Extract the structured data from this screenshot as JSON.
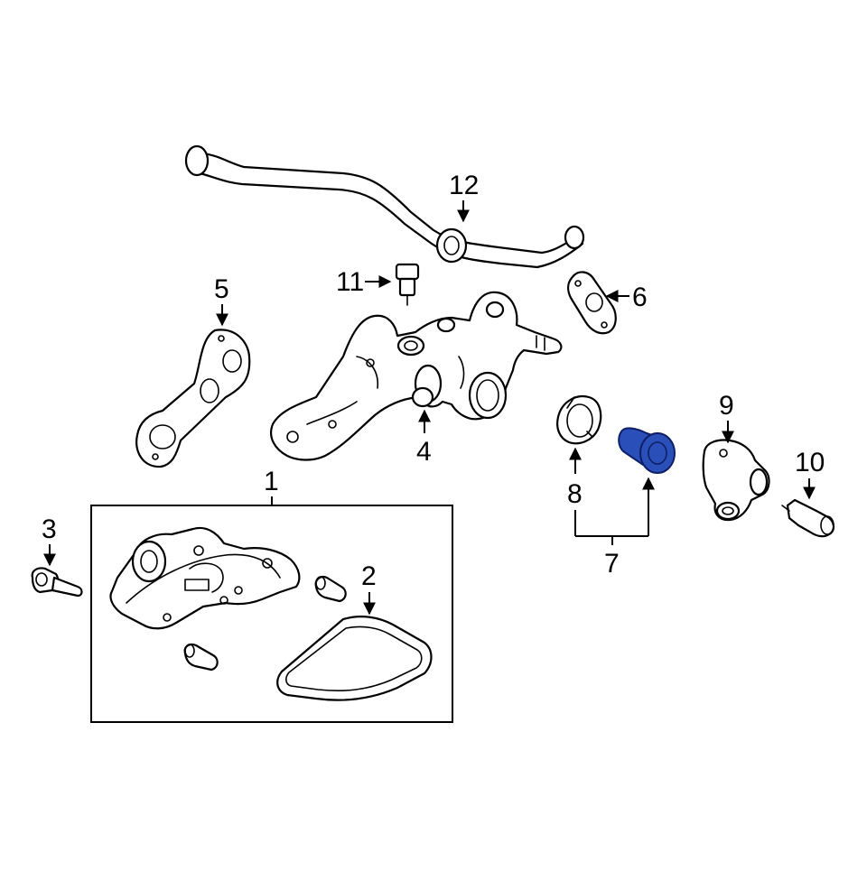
{
  "callouts": {
    "c1": "1",
    "c2": "2",
    "c3": "3",
    "c4": "4",
    "c5": "5",
    "c6": "6",
    "c7": "7",
    "c8": "8",
    "c9": "9",
    "c10": "10",
    "c11": "11",
    "c12": "12"
  },
  "colors": {
    "highlight_fill": "#2a4fb8",
    "highlight_stroke": "#0d1f66",
    "line": "#000000",
    "background": "#ffffff"
  },
  "highlighted_part": "7"
}
